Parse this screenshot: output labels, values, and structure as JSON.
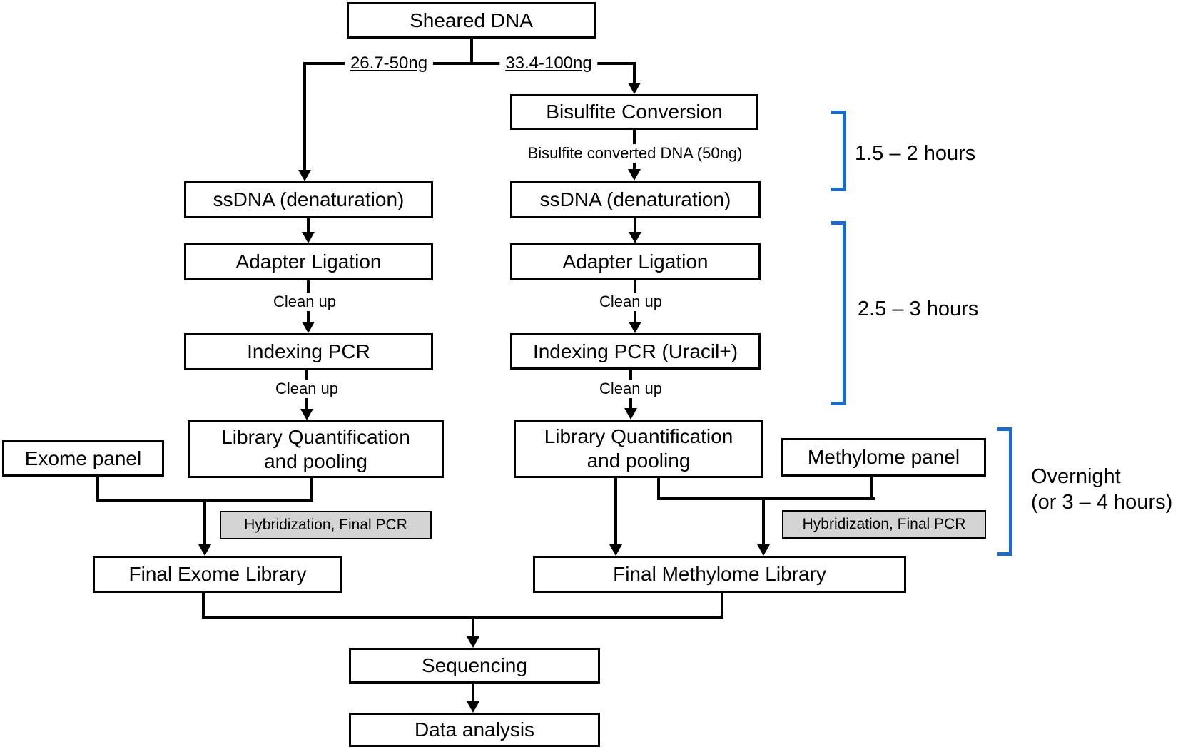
{
  "diagram": {
    "title_node": "Sheared DNA",
    "nodes": {
      "sheared_dna": "Sheared DNA",
      "bisulfite_conversion": "Bisulfite Conversion",
      "ssdna_left": "ssDNA (denaturation)",
      "ssdna_right": "ssDNA (denaturation)",
      "adapter_left": "Adapter Ligation",
      "adapter_right": "Adapter Ligation",
      "indexing_left": "Indexing PCR",
      "indexing_right": "Indexing PCR (Uracil+)",
      "lq_left": "Library Quantification and pooling",
      "lq_right": "Library Quantification and pooling",
      "exome_panel": "Exome panel",
      "methylome_panel": "Methylome panel",
      "hybridization_left": "Hybridization, Final PCR",
      "hybridization_right": "Hybridization, Final PCR",
      "final_exome": "Final Exome Library",
      "final_methylome": "Final Methylome Library",
      "sequencing": "Sequencing",
      "data_analysis": "Data analysis"
    },
    "edge_labels": {
      "left_input_amount": "26.7-50ng",
      "right_input_amount": "33.4-100ng",
      "bisulfite_output": "Bisulfite converted DNA (50ng)",
      "cleanup": "Clean up"
    },
    "timings": {
      "step1": "1.5 – 2 hours",
      "step2": "2.5 – 3 hours",
      "step3_line1": "Overnight",
      "step3_line2": "(or 3 – 4 hours)"
    },
    "colors": {
      "bracket_blue": "#1C6BCC",
      "panel_gray": "#D4D4D4",
      "line_black": "#000000"
    }
  }
}
